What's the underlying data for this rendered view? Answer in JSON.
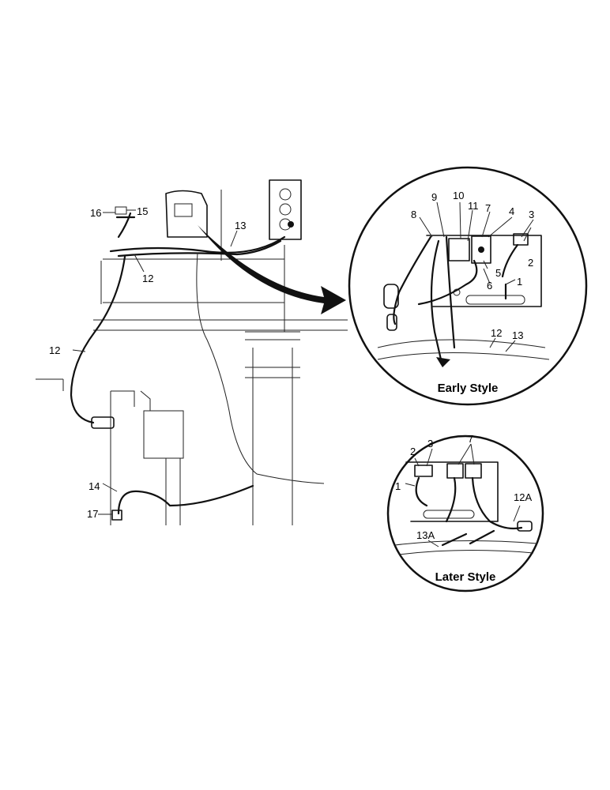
{
  "callouts": {
    "main": {
      "n16": "16",
      "n15": "15",
      "n13": "13",
      "n12a": "12",
      "n12b": "12",
      "n14": "14",
      "n17": "17"
    },
    "early": {
      "n9": "9",
      "n10": "10",
      "n11": "11",
      "n8": "8",
      "n7": "7",
      "n4": "4",
      "n3": "3",
      "n2": "2",
      "n5": "5",
      "n6": "6",
      "n1": "1",
      "n12": "12",
      "n13": "13"
    },
    "later": {
      "n2": "2",
      "n3": "3",
      "n7": "7",
      "n1": "1",
      "n12A": "12A",
      "n13A": "13A"
    }
  },
  "captions": {
    "early": "Early Style",
    "later": "Later Style"
  }
}
